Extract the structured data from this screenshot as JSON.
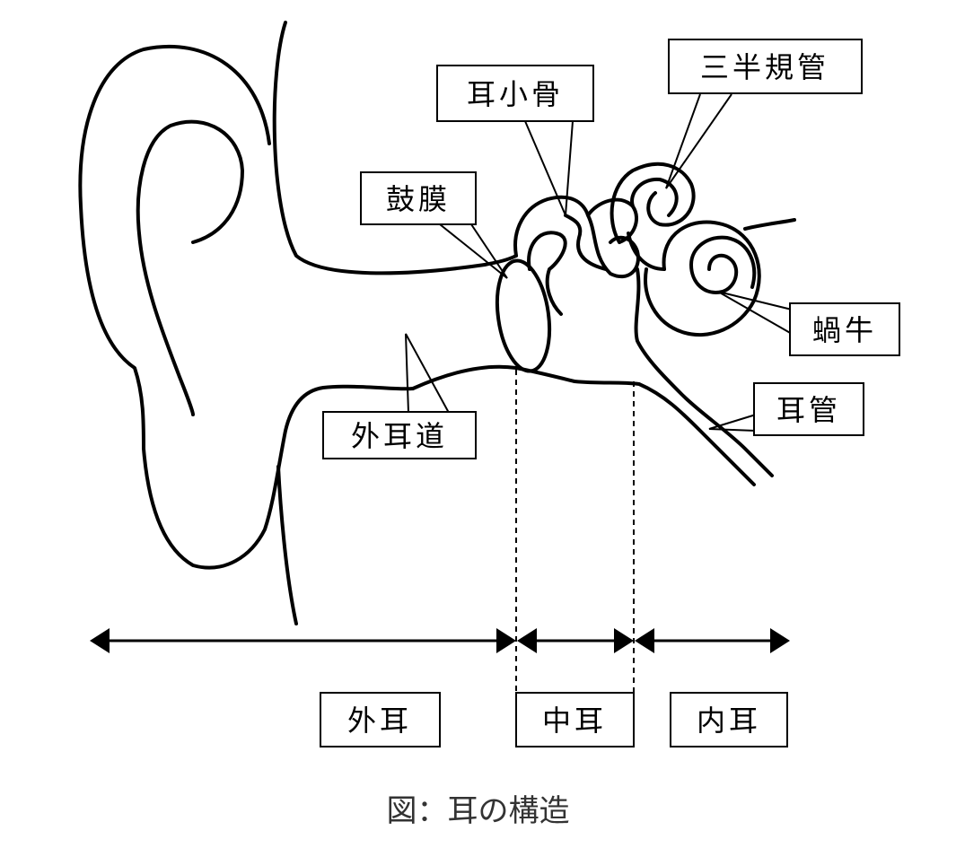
{
  "labels": {
    "ossicles": "耳小骨",
    "semicircular_canals": "三半規管",
    "eardrum": "鼓膜",
    "cochlea": "蝸牛",
    "eustachian_tube": "耳管",
    "ear_canal": "外耳道",
    "outer_ear": "外耳",
    "middle_ear": "中耳",
    "inner_ear": "内耳"
  },
  "caption": "図：耳の構造",
  "colors": {
    "line": "#000000",
    "caption": "#333333",
    "background": "#ffffff"
  }
}
